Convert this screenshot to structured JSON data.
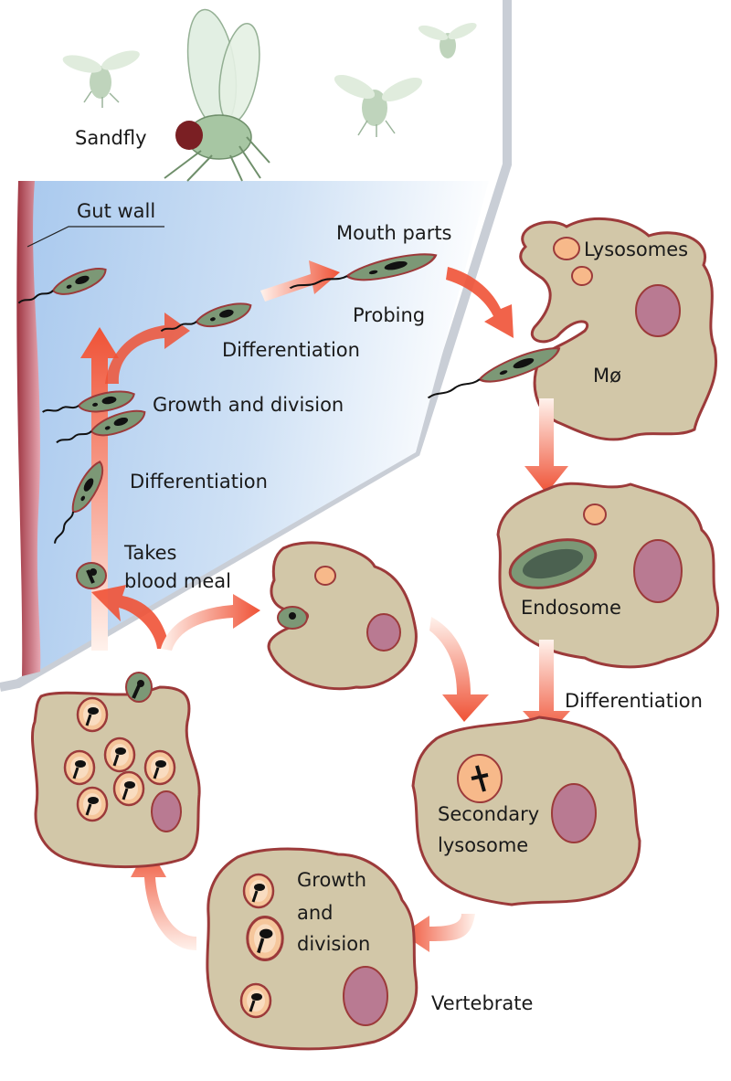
{
  "colors": {
    "cell_fill": "#d2c7a8",
    "cell_border": "#9c3a3a",
    "nucleus": "#b97a92",
    "lysosome": "#f7b98a",
    "parasite": "#7c9876",
    "arrow": "#ef5236",
    "gut_wall": "#9e3440",
    "gut_gradient_start": "#a8c8ee"
  },
  "labels": {
    "sandfly": "Sandfly",
    "gut_wall": "Gut wall",
    "mouth_parts": "Mouth parts",
    "probing": "Probing",
    "differentiation_top": "Differentiation",
    "growth_division_gut": "Growth and division",
    "differentiation_gut": "Differentiation",
    "takes_line1": "Takes",
    "takes_line2": "blood meal",
    "lysosomes": "Lysosomes",
    "macrophage": "Mø",
    "endosome": "Endosome",
    "differentiation_right": "Differentiation",
    "secondary_line1": "Secondary",
    "secondary_line2": "lysosome",
    "growth_line1": "Growth",
    "growth_line2": "and",
    "growth_line3": "division",
    "vertebrate": "Vertebrate"
  }
}
